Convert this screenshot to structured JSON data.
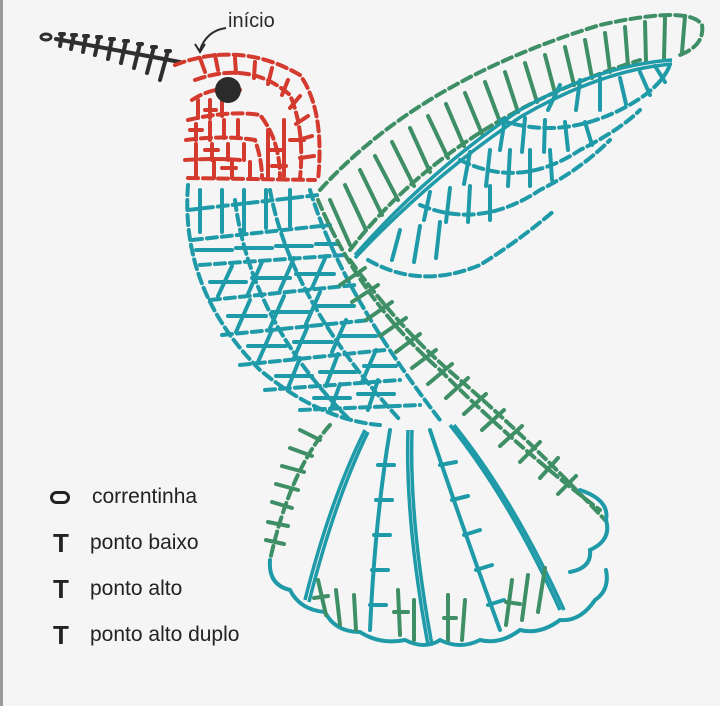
{
  "diagram": {
    "type": "crochet-chart",
    "subject": "hummingbird",
    "start_label": "início",
    "colors": {
      "beak": "#2f2f2f",
      "head": "#d43a2e",
      "body": "#1f9aa8",
      "wing_outer": "#3f8f66",
      "eye": "#2b2b2b",
      "background": "#f5f5f5"
    },
    "regions": [
      {
        "name": "beak",
        "color": "beak",
        "stitch": "ponto baixo"
      },
      {
        "name": "head",
        "color": "head",
        "stitch": "ponto alto"
      },
      {
        "name": "body",
        "color": "body",
        "stitch": "ponto baixo"
      },
      {
        "name": "wing",
        "color": "wing_outer",
        "stitch": "ponto alto duplo"
      },
      {
        "name": "tail",
        "color": "body",
        "stitch": "correntinha"
      }
    ]
  },
  "legend": {
    "items": [
      {
        "symbol": "chain-oval",
        "glyph": "",
        "label": "correntinha"
      },
      {
        "symbol": "t-stitch",
        "glyph": "T",
        "label": "ponto baixo"
      },
      {
        "symbol": "t-stitch",
        "glyph": "T",
        "label": "ponto alto"
      },
      {
        "symbol": "t-stitch",
        "glyph": "T",
        "label": "ponto alto duplo"
      }
    ]
  }
}
